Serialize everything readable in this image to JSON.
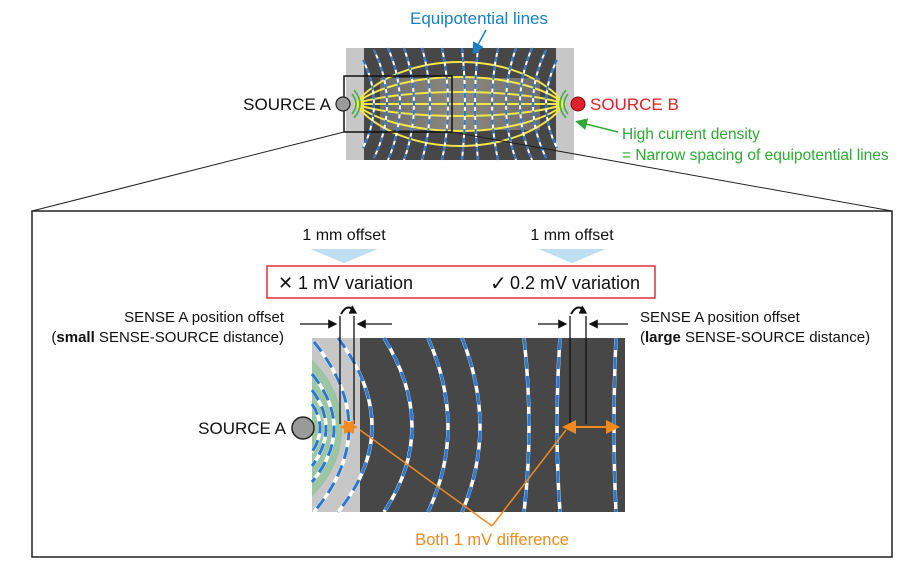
{
  "top": {
    "equipotential_label": "Equipotential lines",
    "source_a": "SOURCE A",
    "source_b": "SOURCE B",
    "high_current_line1": "High current density",
    "high_current_line2": "= Narrow spacing of equipotential lines"
  },
  "detail": {
    "offset_left": "1 mm offset",
    "offset_right": "1 mm offset",
    "variation_bad_mark": "✕",
    "variation_bad": "1 mV variation",
    "variation_good_mark": "✓",
    "variation_good": "0.2 mV variation",
    "sense_left_line1": "SENSE A position offset",
    "sense_left_line2_bold": "small",
    "sense_left_line2_rest": " SENSE-SOURCE distance)",
    "sense_right_line1": "SENSE A position offset",
    "sense_right_line2_bold": "large",
    "sense_right_line2_rest": " SENSE-SOURCE distance)",
    "open_paren": "(",
    "source_a": "SOURCE A",
    "difference": "Both 1 mV difference"
  },
  "colors": {
    "blue_text": "#1a7fc1",
    "red": "#e0202a",
    "green": "#2ea836",
    "orange": "#f08a1c",
    "yellow_line": "#f2e64a",
    "dash_blue": "#2a78d0",
    "panel_dark": "#4a4a4a",
    "box_red": "#e0303a",
    "chevron": "#bfe0f2"
  }
}
